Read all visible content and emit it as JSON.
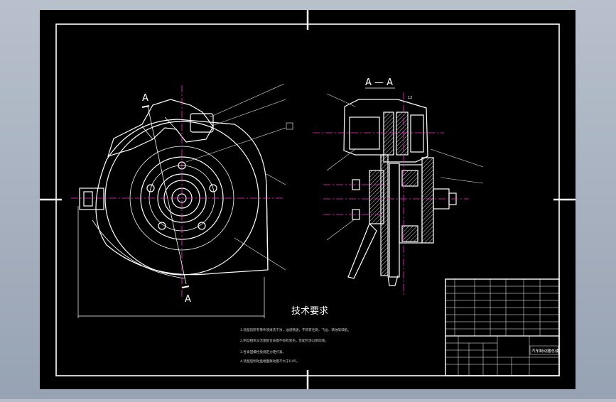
{
  "drawing": {
    "section_label_left_top": "A",
    "section_label_left_bottom": "A",
    "section_view_title": "A — A",
    "dimension_text": "12",
    "tech_title": "技术要求",
    "tech_notes": [
      "1.装配前所有零件须清洗干净，油道畅通，不得有毛刺、飞边、锈蚀等缺陷。",
      "2.制动钳体与活塞配合表面不得有划伤，装配时涂以制动液。",
      "3.各紧固螺栓按规定力矩拧紧。",
      "4.装配后制动盘端面跳动量不大于0.05。"
    ],
    "title_block_name": "汽车制动器总成"
  },
  "colors": {
    "sheet": "#000000",
    "line": "#ffffff",
    "center_line": "#ff2bd6",
    "leader": "#e6e6e6"
  }
}
